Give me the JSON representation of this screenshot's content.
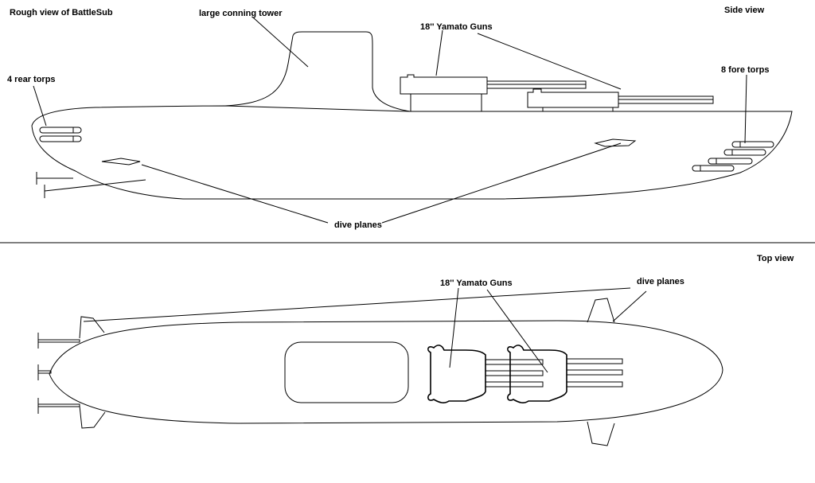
{
  "title": "Rough view of BattleSub",
  "views": {
    "side": {
      "heading": "Side view",
      "labels": {
        "tower": "large conning tower",
        "guns": "18'' Yamato Guns",
        "rear_torps": "4 rear torps",
        "fore_torps": "8 fore torps",
        "dive_planes": "dive planes"
      }
    },
    "top": {
      "heading": "Top view",
      "labels": {
        "guns": "18'' Yamato Guns",
        "dive_planes": "dive planes"
      }
    }
  },
  "colors": {
    "ink": "#000000",
    "paper": "#ffffff"
  }
}
